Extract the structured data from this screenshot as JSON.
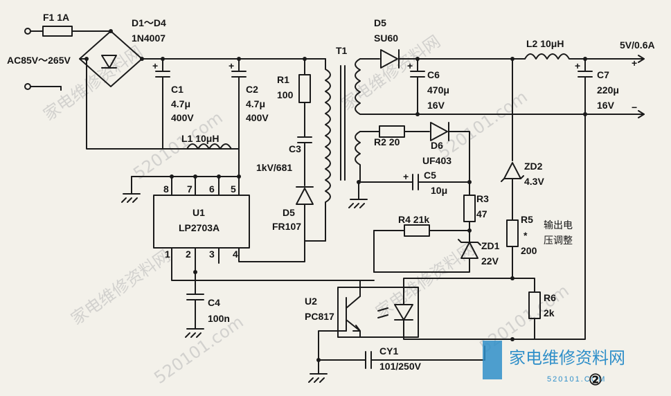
{
  "labels": {
    "f1": "F1  1A",
    "d1d4": "D1～D4",
    "d1d4_part": "1N4007",
    "ac_in": "AC85V～265V",
    "c1": "C1",
    "c1_val": "4.7μ",
    "c1_v": "400V",
    "c2": "C2",
    "c2_val": "4.7μ",
    "c2_v": "400V",
    "l1": "L1  10μH",
    "r1": "R1",
    "r1_val": "100",
    "c3": "C3",
    "c3_val": "1kV/681",
    "d5b": "D5",
    "d5b_part": "FR107",
    "t1": "T1",
    "u1": "U1",
    "u1_part": "LP2703A",
    "pin8": "8",
    "pin7": "7",
    "pin6": "6",
    "pin5": "5",
    "pin1": "1",
    "pin2": "2",
    "pin3": "3",
    "pin4": "4",
    "c4": "C4",
    "c4_val": "100n",
    "d5": "D5",
    "d5_part": "SU60",
    "c6": "C6",
    "c6_val": "470μ",
    "c6_v": "16V",
    "l2": "L2  10μH",
    "out": "5V/0.6A",
    "plus": "+",
    "minus": "−",
    "c7": "C7",
    "c7_val": "220μ",
    "c7_v": "16V",
    "r2": "R2  20",
    "d6": "D6",
    "d6_part": "UF403",
    "c5": "C5",
    "c5_val": "10μ",
    "r3": "R3",
    "r3_val": "47",
    "r4": "R4  21k",
    "zd1": "ZD1",
    "zd1_val": "22V",
    "zd2": "ZD2",
    "zd2_val": "4.3V",
    "r5": "R5",
    "r5_star": "*",
    "r5_val": "200",
    "adj1": "输出电",
    "adj2": "压调整",
    "r6": "R6",
    "r6_val": "2k",
    "u2": "U2",
    "u2_part": "PC817",
    "cy1": "CY1",
    "cy1_val": "101/250V",
    "fig": "②"
  },
  "watermark": {
    "text": "家电维修资料网",
    "url": "520101.com",
    "logo_text": "家电维修资料网",
    "logo_url": "520101.COM"
  }
}
